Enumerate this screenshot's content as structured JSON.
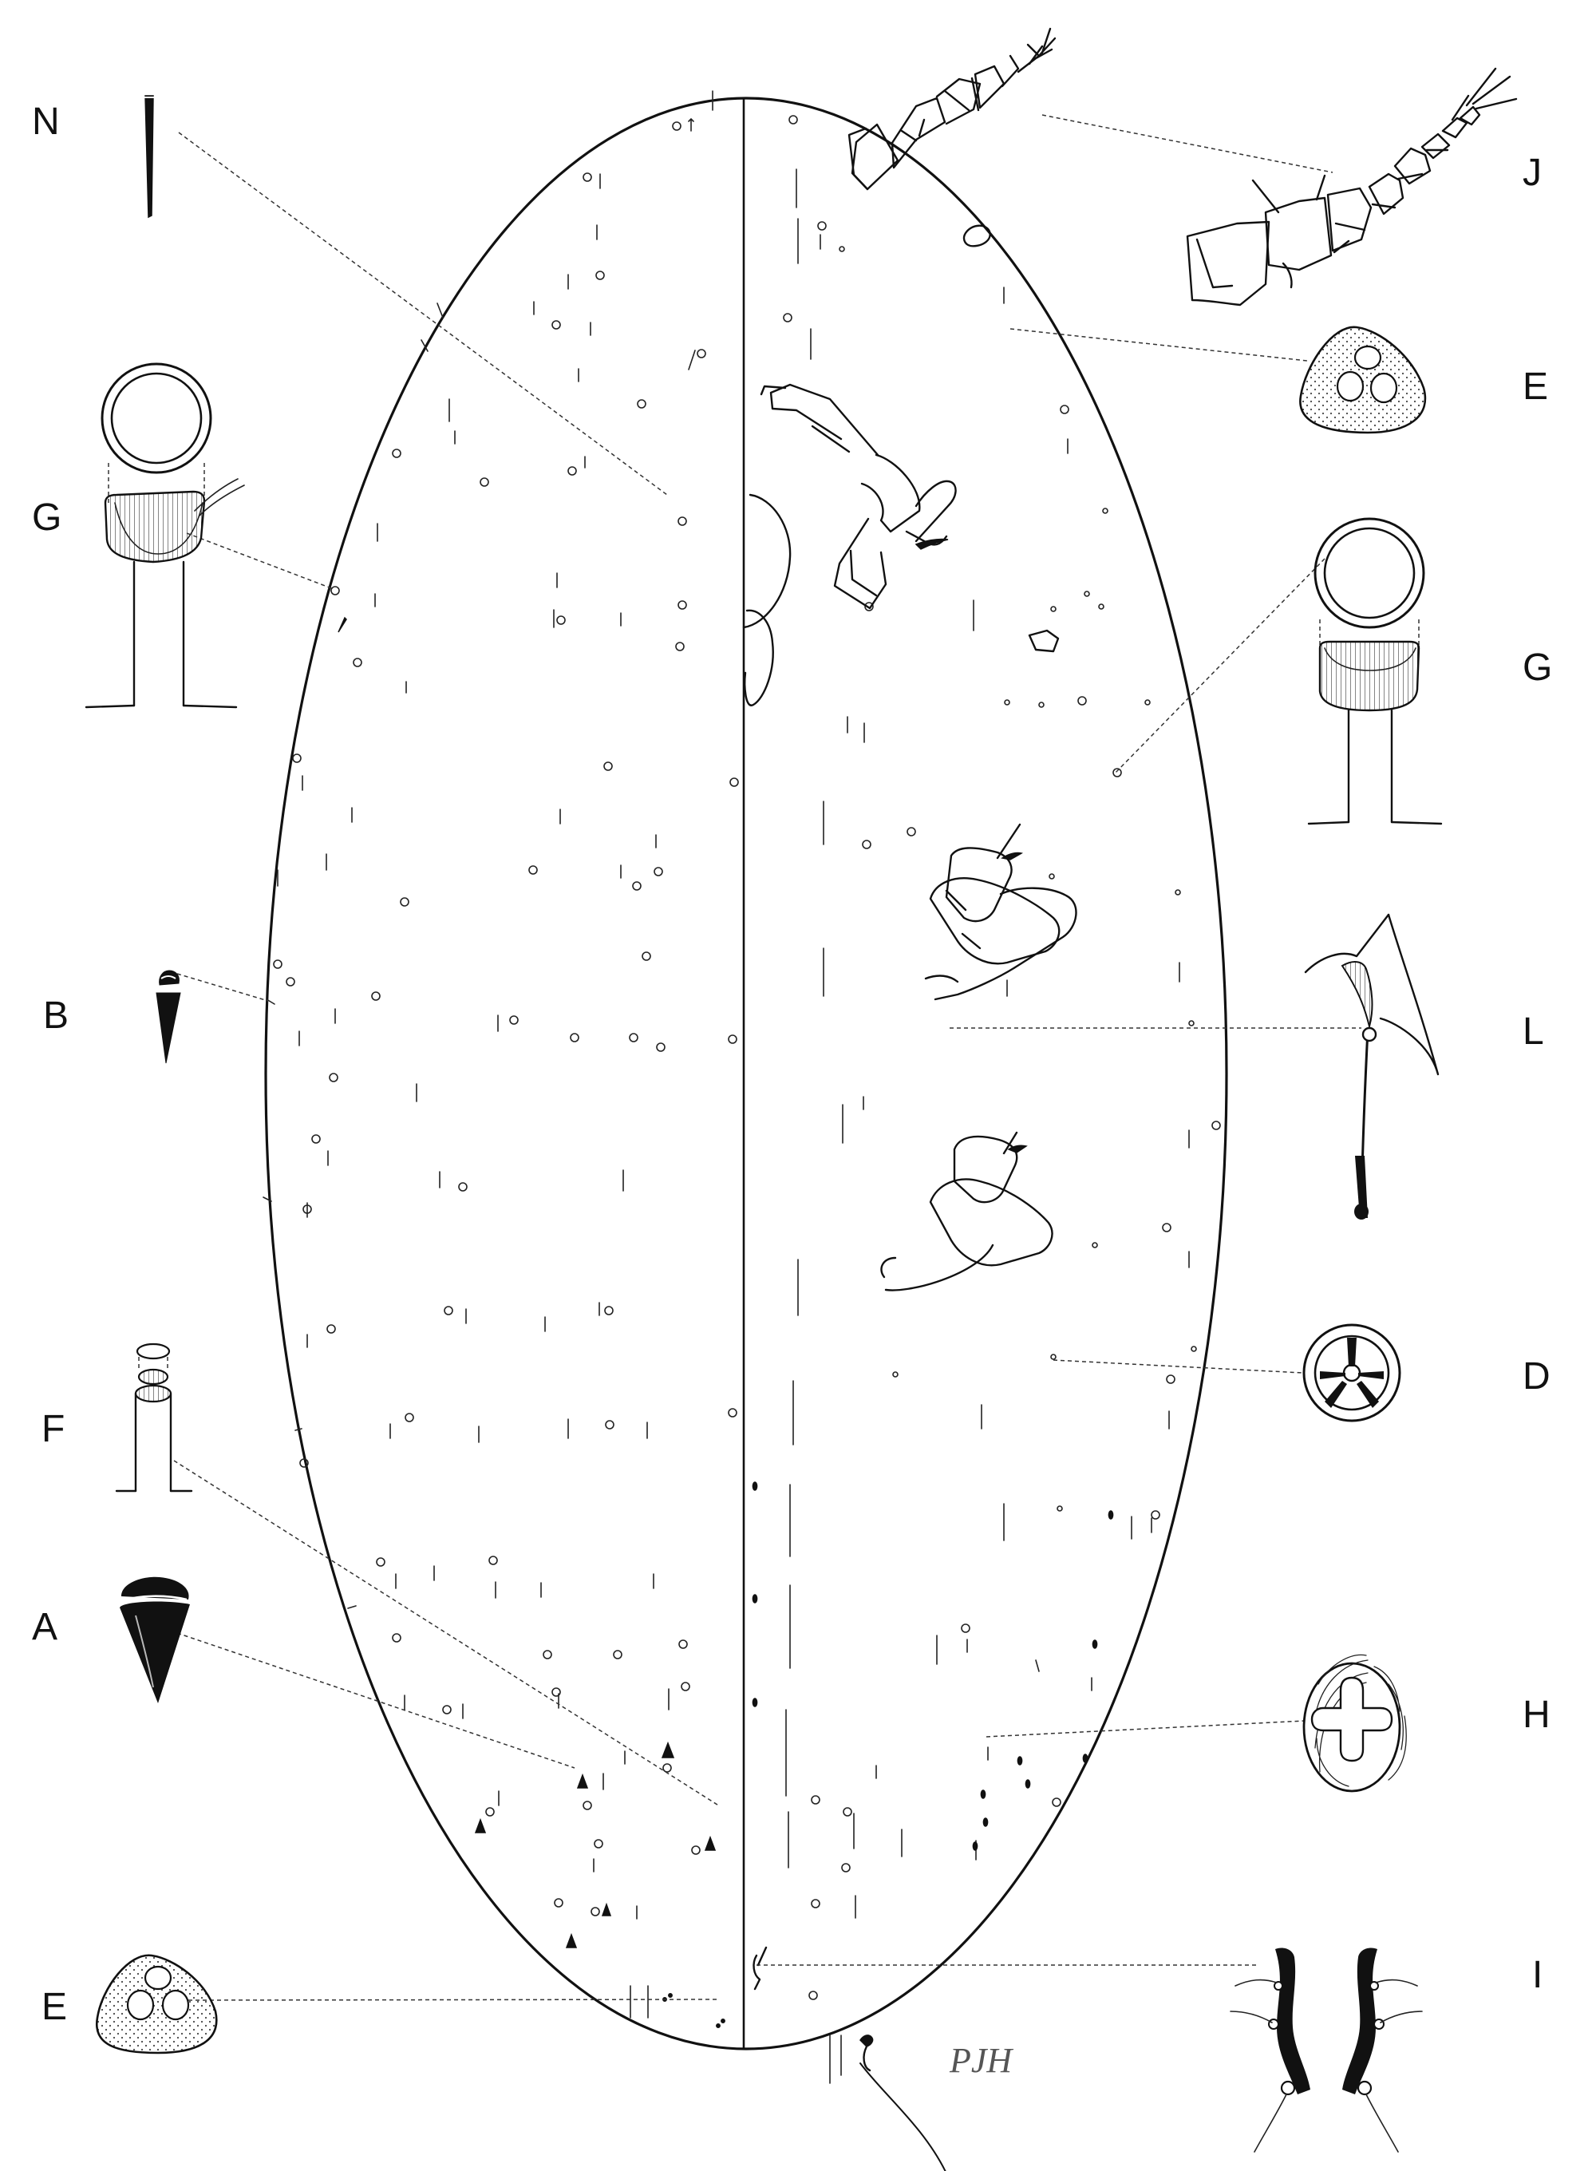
{
  "figure": {
    "labels": [
      "N",
      "J",
      "G",
      "E",
      "G",
      "B",
      "L",
      "D",
      "F",
      "A",
      "H",
      "E",
      "I"
    ],
    "signature": "PJH"
  },
  "colors": {
    "ink": "#111111",
    "paper": "#ffffff",
    "leader": "#333333"
  },
  "insets": [
    {
      "label": "N",
      "icon": "dorsal-seta-icon"
    },
    {
      "label": "J",
      "icon": "antenna-icon"
    },
    {
      "label": "G",
      "icon": "oral-collar-tubular-duct-icon"
    },
    {
      "label": "E",
      "icon": "trilocular-pore-icon"
    },
    {
      "label": "B",
      "icon": "cerarian-seta-icon"
    },
    {
      "label": "L",
      "icon": "claw-icon"
    },
    {
      "label": "D",
      "icon": "multilocular-disc-pore-icon"
    },
    {
      "label": "F",
      "icon": "oral-rim-tubular-duct-icon"
    },
    {
      "label": "A",
      "icon": "conical-seta-icon"
    },
    {
      "label": "H",
      "icon": "quinquelocular-pore-icon"
    },
    {
      "label": "I",
      "icon": "anal-ring-setae-icon"
    }
  ]
}
